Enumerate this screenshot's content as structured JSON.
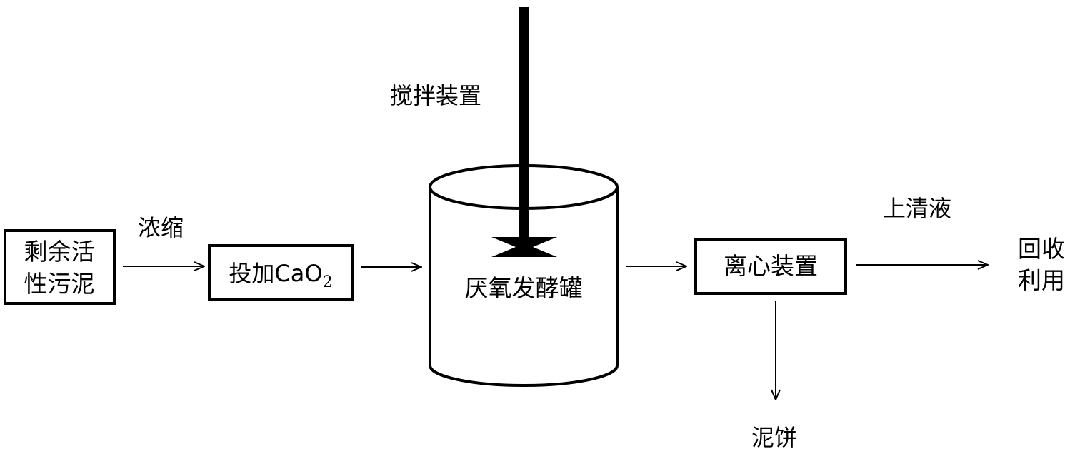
{
  "nodes": {
    "sludge": {
      "line1": "剩余活",
      "line2": "性污泥"
    },
    "dosing": {
      "prefix": "投加CaO",
      "subscript": "2"
    },
    "tank": {
      "label": "厌氧发酵罐"
    },
    "centrifuge": {
      "label": "离心装置"
    },
    "reuse": {
      "line1": "回收",
      "line2": "利用"
    }
  },
  "labels": {
    "concentrate": "浓缩",
    "stirrer": "搅拌装置",
    "supernatant": "上清液",
    "cake": "泥饼"
  }
}
